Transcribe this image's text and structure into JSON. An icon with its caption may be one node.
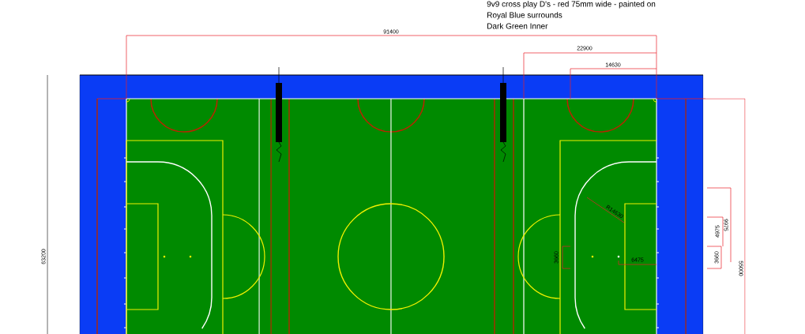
{
  "diagram": {
    "labels": [
      "9v9 cross play D's - red 75mm wide - painted on",
      "Royal Blue surrounds",
      "Dark Green Inner",
      "91400",
      "22900",
      "14630",
      "63200",
      "R14630",
      "3660",
      "6475",
      "9975",
      "4975",
      "3660",
      "55000"
    ]
  }
}
